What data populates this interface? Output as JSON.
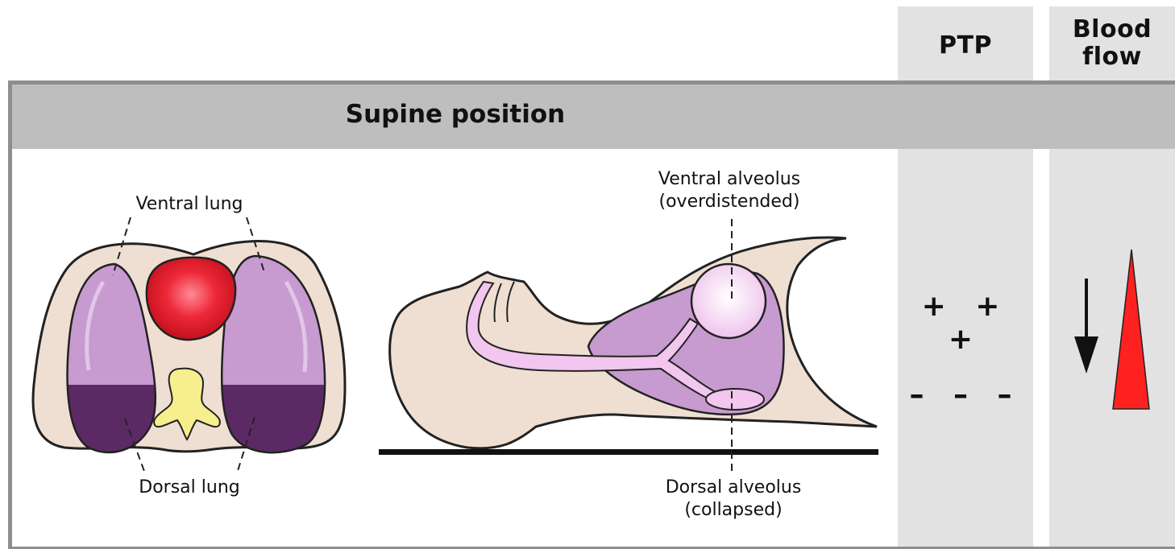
{
  "band_title": "Supine position",
  "columns": {
    "ptp": "PTP",
    "blood_flow_line1": "Blood",
    "blood_flow_line2": "flow"
  },
  "labels": {
    "ventral_lung": "Ventral lung",
    "dorsal_lung": "Dorsal lung",
    "ventral_alveolus_line1": "Ventral alveolus",
    "ventral_alveolus_line2": "(overdistended)",
    "dorsal_alveolus_line1": "Dorsal alveolus",
    "dorsal_alveolus_line2": "(collapsed)"
  },
  "ptp_signs": {
    "top": "+ + +",
    "bottom": "– – –"
  },
  "colors": {
    "skin": "#efdfd2",
    "lung_light": "#c79ad0",
    "lung_dark": "#5b2a64",
    "heart": "#e8202e",
    "spine": "#f7ee8e",
    "airway": "#f2c6ee",
    "gradient_triangle": "#ff2020"
  }
}
